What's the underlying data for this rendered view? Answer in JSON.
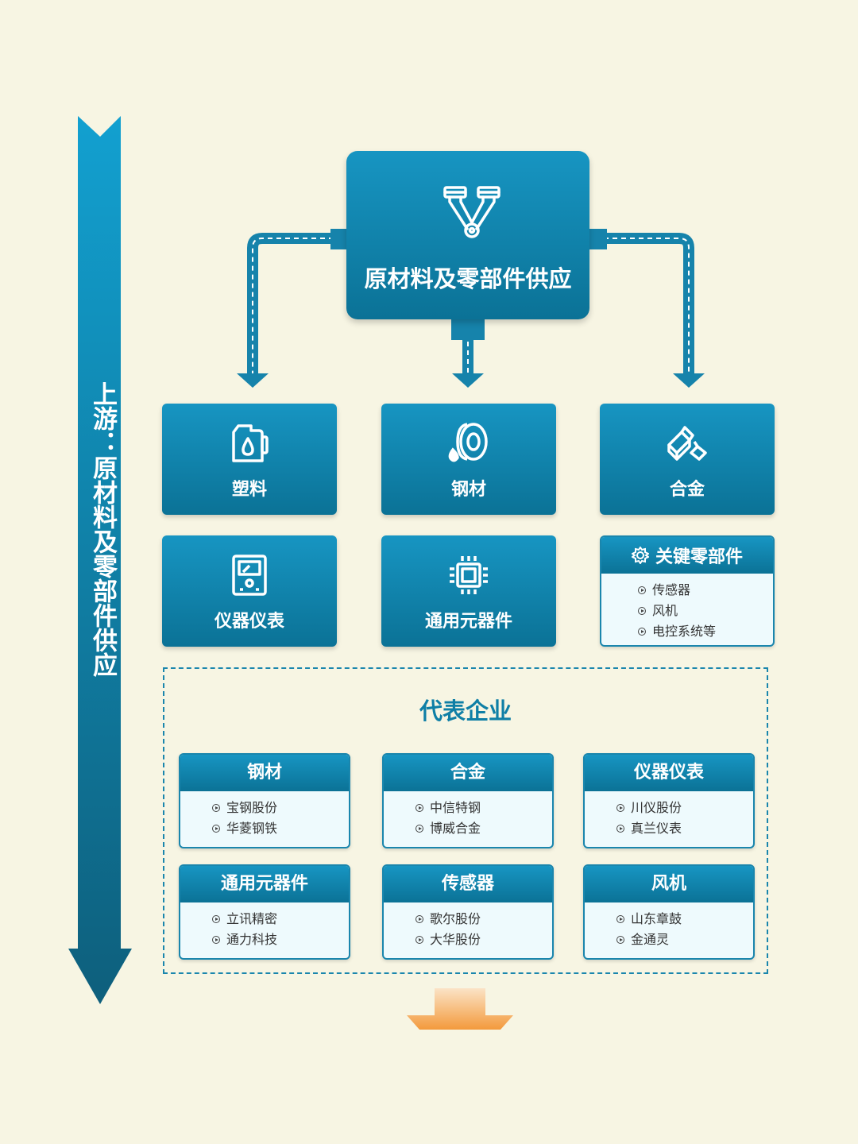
{
  "side_arrow": {
    "title": "上游：原材料及零部件供应"
  },
  "top_box": {
    "label": "原材料及零部件供应",
    "icon": "pistons-icon"
  },
  "categories": [
    {
      "label": "塑料",
      "icon": "plastic-jug-icon"
    },
    {
      "label": "钢材",
      "icon": "steel-roll-icon"
    },
    {
      "label": "合金",
      "icon": "alloy-ingot-icon"
    },
    {
      "label": "仪器仪表",
      "icon": "meter-icon"
    },
    {
      "label": "通用元器件",
      "icon": "chip-icon"
    }
  ],
  "key_parts": {
    "title": "关键零部件",
    "icon": "gear-icon",
    "items": [
      "传感器",
      "风机",
      "电控系统等"
    ]
  },
  "companies": {
    "title": "代表企业",
    "groups": [
      {
        "title": "钢材",
        "items": [
          "宝钢股份",
          "华菱钢铁"
        ]
      },
      {
        "title": "合金",
        "items": [
          "中信特钢",
          "博威合金"
        ]
      },
      {
        "title": "仪器仪表",
        "items": [
          "川仪股份",
          "真兰仪表"
        ]
      },
      {
        "title": "通用元器件",
        "items": [
          "立讯精密",
          "通力科技"
        ]
      },
      {
        "title": "传感器",
        "items": [
          "歌尔股份",
          "大华股份"
        ]
      },
      {
        "title": "风机",
        "items": [
          "山东章鼓",
          "金通灵"
        ]
      }
    ]
  },
  "colors": {
    "primary": "#0f7fa6",
    "background": "#f7f5e3",
    "accent_orange": "#f39a3c"
  }
}
